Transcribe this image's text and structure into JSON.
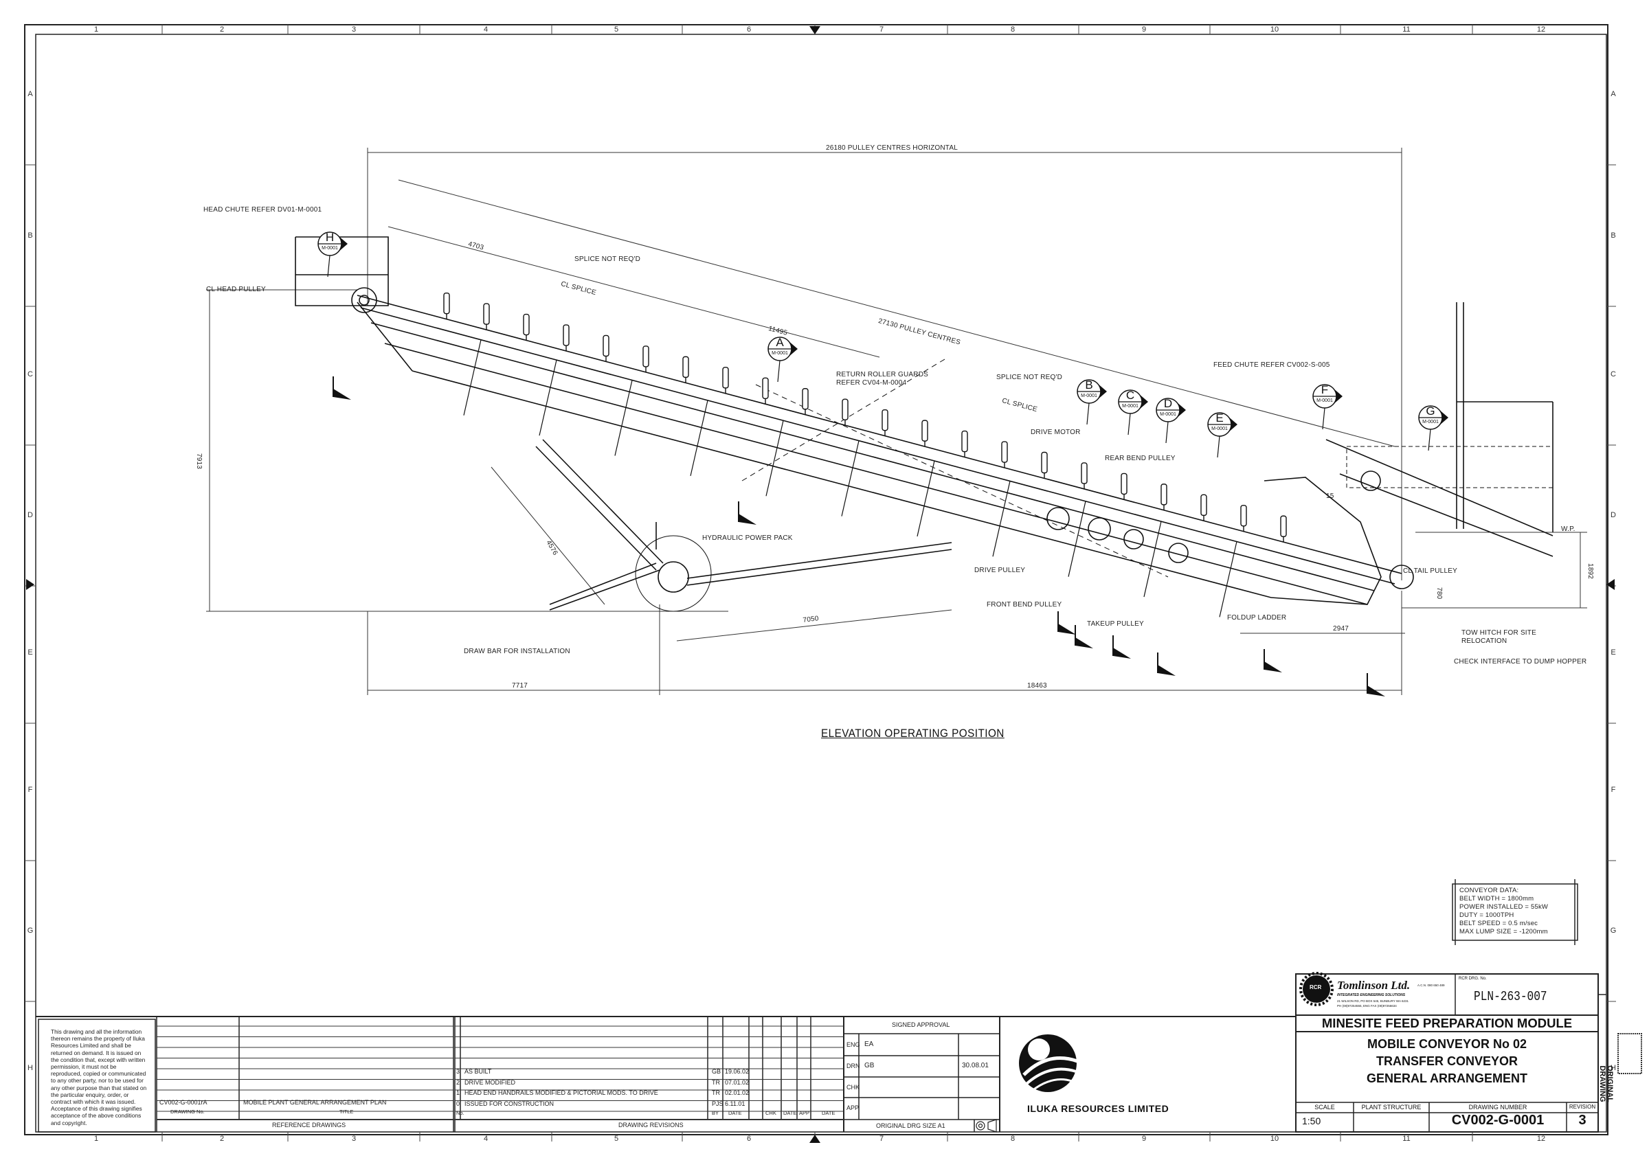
{
  "sheet": {
    "columns": [
      "1",
      "2",
      "3",
      "4",
      "5",
      "6",
      "7",
      "8",
      "9",
      "10",
      "11",
      "12"
    ],
    "rows": [
      "A",
      "B",
      "C",
      "D",
      "E",
      "F",
      "G",
      "H"
    ]
  },
  "drawing": {
    "view_title": "ELEVATION OPERATING POSITION",
    "labels": {
      "head_chute": "HEAD CHUTE REFER DV01-M-0001",
      "cl_head_pulley": "CL HEAD PULLEY",
      "splice_not_reqd_1": "SPLICE NOT REQ'D",
      "cl_splice_1": "CL SPLICE",
      "return_roller_guards_1": "RETURN ROLLER GUARDS",
      "return_roller_guards_2": "REFER CV04-M-0004",
      "splice_not_reqd_2": "SPLICE NOT REQ'D",
      "cl_splice_2": "CL SPLICE",
      "drive_motor": "DRIVE MOTOR",
      "rear_bend_pulley": "REAR BEND PULLEY",
      "feed_chute": "FEED CHUTE REFER CV002-S-005",
      "hydraulic_power_pack": "HYDRAULIC POWER PACK",
      "drive_pulley": "DRIVE PULLEY",
      "front_bend_pulley": "FRONT BEND PULLEY",
      "takeup_pulley": "TAKEUP PULLEY",
      "foldup_ladder": "FOLDUP LADDER",
      "cl_tail_pulley": "CL TAIL PULLEY",
      "wp": "W.P.",
      "tow_hitch_1": "TOW HITCH FOR SITE",
      "tow_hitch_2": "RELOCATION",
      "check_interface": "CHECK INTERFACE TO DUMP HOPPER",
      "draw_bar": "DRAW BAR FOR INSTALLATION"
    },
    "dimensions": {
      "pulley_centres_horizontal": "26180 PULLEY CENTRES HORIZONTAL",
      "pulley_centres": "27130 PULLEY CENTRES",
      "d4703": "4703",
      "d11495": "11495",
      "d7913": "7913",
      "d4576": "4576",
      "d7050": "7050",
      "d2947": "2947",
      "d7717": "7717",
      "d18463": "18463",
      "d1892": "1892",
      "d780": "780",
      "d15": "15"
    },
    "callouts": [
      {
        "letter": "H",
        "ref": "M-0001"
      },
      {
        "letter": "A",
        "ref": "M-0001"
      },
      {
        "letter": "B",
        "ref": "M-0001"
      },
      {
        "letter": "C",
        "ref": "M-0001"
      },
      {
        "letter": "D",
        "ref": "M-0001"
      },
      {
        "letter": "E",
        "ref": "M-0001"
      },
      {
        "letter": "F",
        "ref": "M-0001"
      },
      {
        "letter": "G",
        "ref": "M-0001"
      }
    ]
  },
  "conveyor_data": {
    "heading": "CONVEYOR DATA:",
    "lines": [
      "BELT WIDTH = 1800mm",
      "POWER INSTALLED = 55kW",
      "DUTY = 1000TPH",
      "BELT SPEED = 0.5 m/sec",
      "MAX LUMP SIZE = -1200mm"
    ]
  },
  "notice": "This drawing and all the information thereon remains the property of Iluka Resources Limited and shall be returned on demand. It is issued on the condition that, except with written permission, it must not be reproduced, copied or communicated to any other party, nor to be used for any other purpose than that stated on the particular enquiry, order, or contract with which it was issued. Acceptance of this drawing signifies acceptance of the above conditions and copyright.",
  "reference_drawings": {
    "rows": [
      {
        "number": "CV002-G-0001rA",
        "title": "MOBILE PLANT GENERAL ARRANGEMENT PLAN"
      }
    ],
    "col_number": "DRAWING No.",
    "col_title": "TITLE",
    "caption": "REFERENCE DRAWINGS"
  },
  "revisions": {
    "rows": [
      {
        "no": "3",
        "desc": "AS BUILT",
        "by": "GB",
        "date": "19.06.02"
      },
      {
        "no": "2",
        "desc": "DRIVE MODIFIED",
        "by": "TR",
        "date": "07.01.02"
      },
      {
        "no": "1",
        "desc": "HEAD END HANDRAILS MODIFIED & PICTORIAL MODS. TO DRIVE",
        "by": "TR",
        "date": "02.01.02"
      },
      {
        "no": "0",
        "desc": "ISSUED FOR CONSTRUCTION",
        "by": "PJS",
        "date": "6.11.01"
      }
    ],
    "headers": {
      "no": "No.",
      "by": "BY",
      "date": "DATE",
      "chk": "CHK",
      "date2": "DATE",
      "app": "APP",
      "date3": "DATE"
    },
    "caption": "DRAWING REVISIONS"
  },
  "approval": {
    "heading": "SIGNED APPROVAL",
    "eng_label": "ENG",
    "eng": "EA",
    "drn_label": "DRN",
    "drn": "GB",
    "drn_date": "30.08.01",
    "chk_label": "CHK",
    "app_label": "APP",
    "original_size": "ORIGINAL DRG SIZE   A1"
  },
  "client": {
    "name": "ILUKA RESOURCES LIMITED"
  },
  "consultant": {
    "name": "Tomlinson Ltd.",
    "acn": "A.C.N. 080 650 489",
    "tagline": "INTEGRATED ENGINEERING SOLUTIONS",
    "address": "21 WILSON RD, PO BOX 545, BUNBURY WA 6231",
    "phone": "PH (08)97254555, ENG FAX (08)97256634",
    "logo_text": "RCR"
  },
  "title_block": {
    "rcr_label": "RCR DRG. No.",
    "rcr_number": "PLN-263-007",
    "project": "MINESITE FEED PREPARATION MODULE",
    "title1": "MOBILE CONVEYOR No 02",
    "title2": "TRANSFER CONVEYOR",
    "title3": "GENERAL ARRANGEMENT",
    "scale_label": "SCALE",
    "scale": "1:50",
    "plant_label": "PLANT STRUCTURE",
    "number_label": "DRAWING NUMBER",
    "number": "CV002-G-0001",
    "revision_label": "REVISION",
    "revision": "3"
  },
  "stamp": "ORIGINAL DRAWING"
}
